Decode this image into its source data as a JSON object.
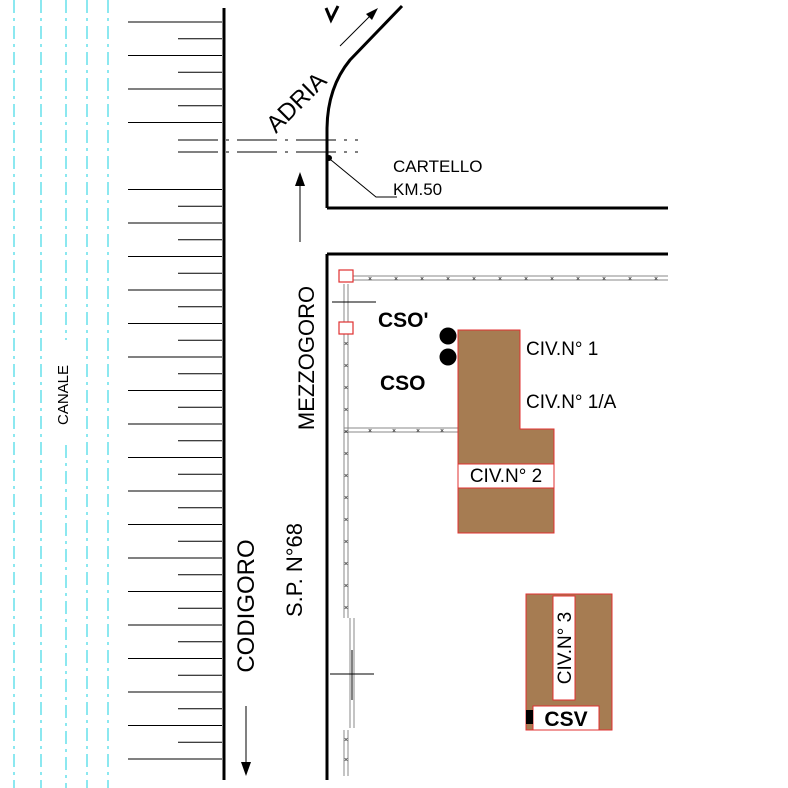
{
  "labels": {
    "canale": "CANALE",
    "codigoro": "CODIGORO",
    "sp68": "S.P. N°68",
    "mezzogoro": "MEZZOGORO",
    "adria": "ADRIA",
    "cartello_line1": "CARTELLO",
    "cartello_line2": "KM.50",
    "cso_prime": "CSO'",
    "cso": "CSO",
    "civ1": "CIV.N° 1",
    "civ1a": "CIV.N° 1/A",
    "civ2": "CIV.N° 2",
    "civ3": "CIV.N° 3",
    "csv": "CSV"
  },
  "colors": {
    "building_fill": "#a67c52",
    "building_outline": "#e03030",
    "canal_line": "#3fd8e6",
    "road_line": "#000000"
  }
}
